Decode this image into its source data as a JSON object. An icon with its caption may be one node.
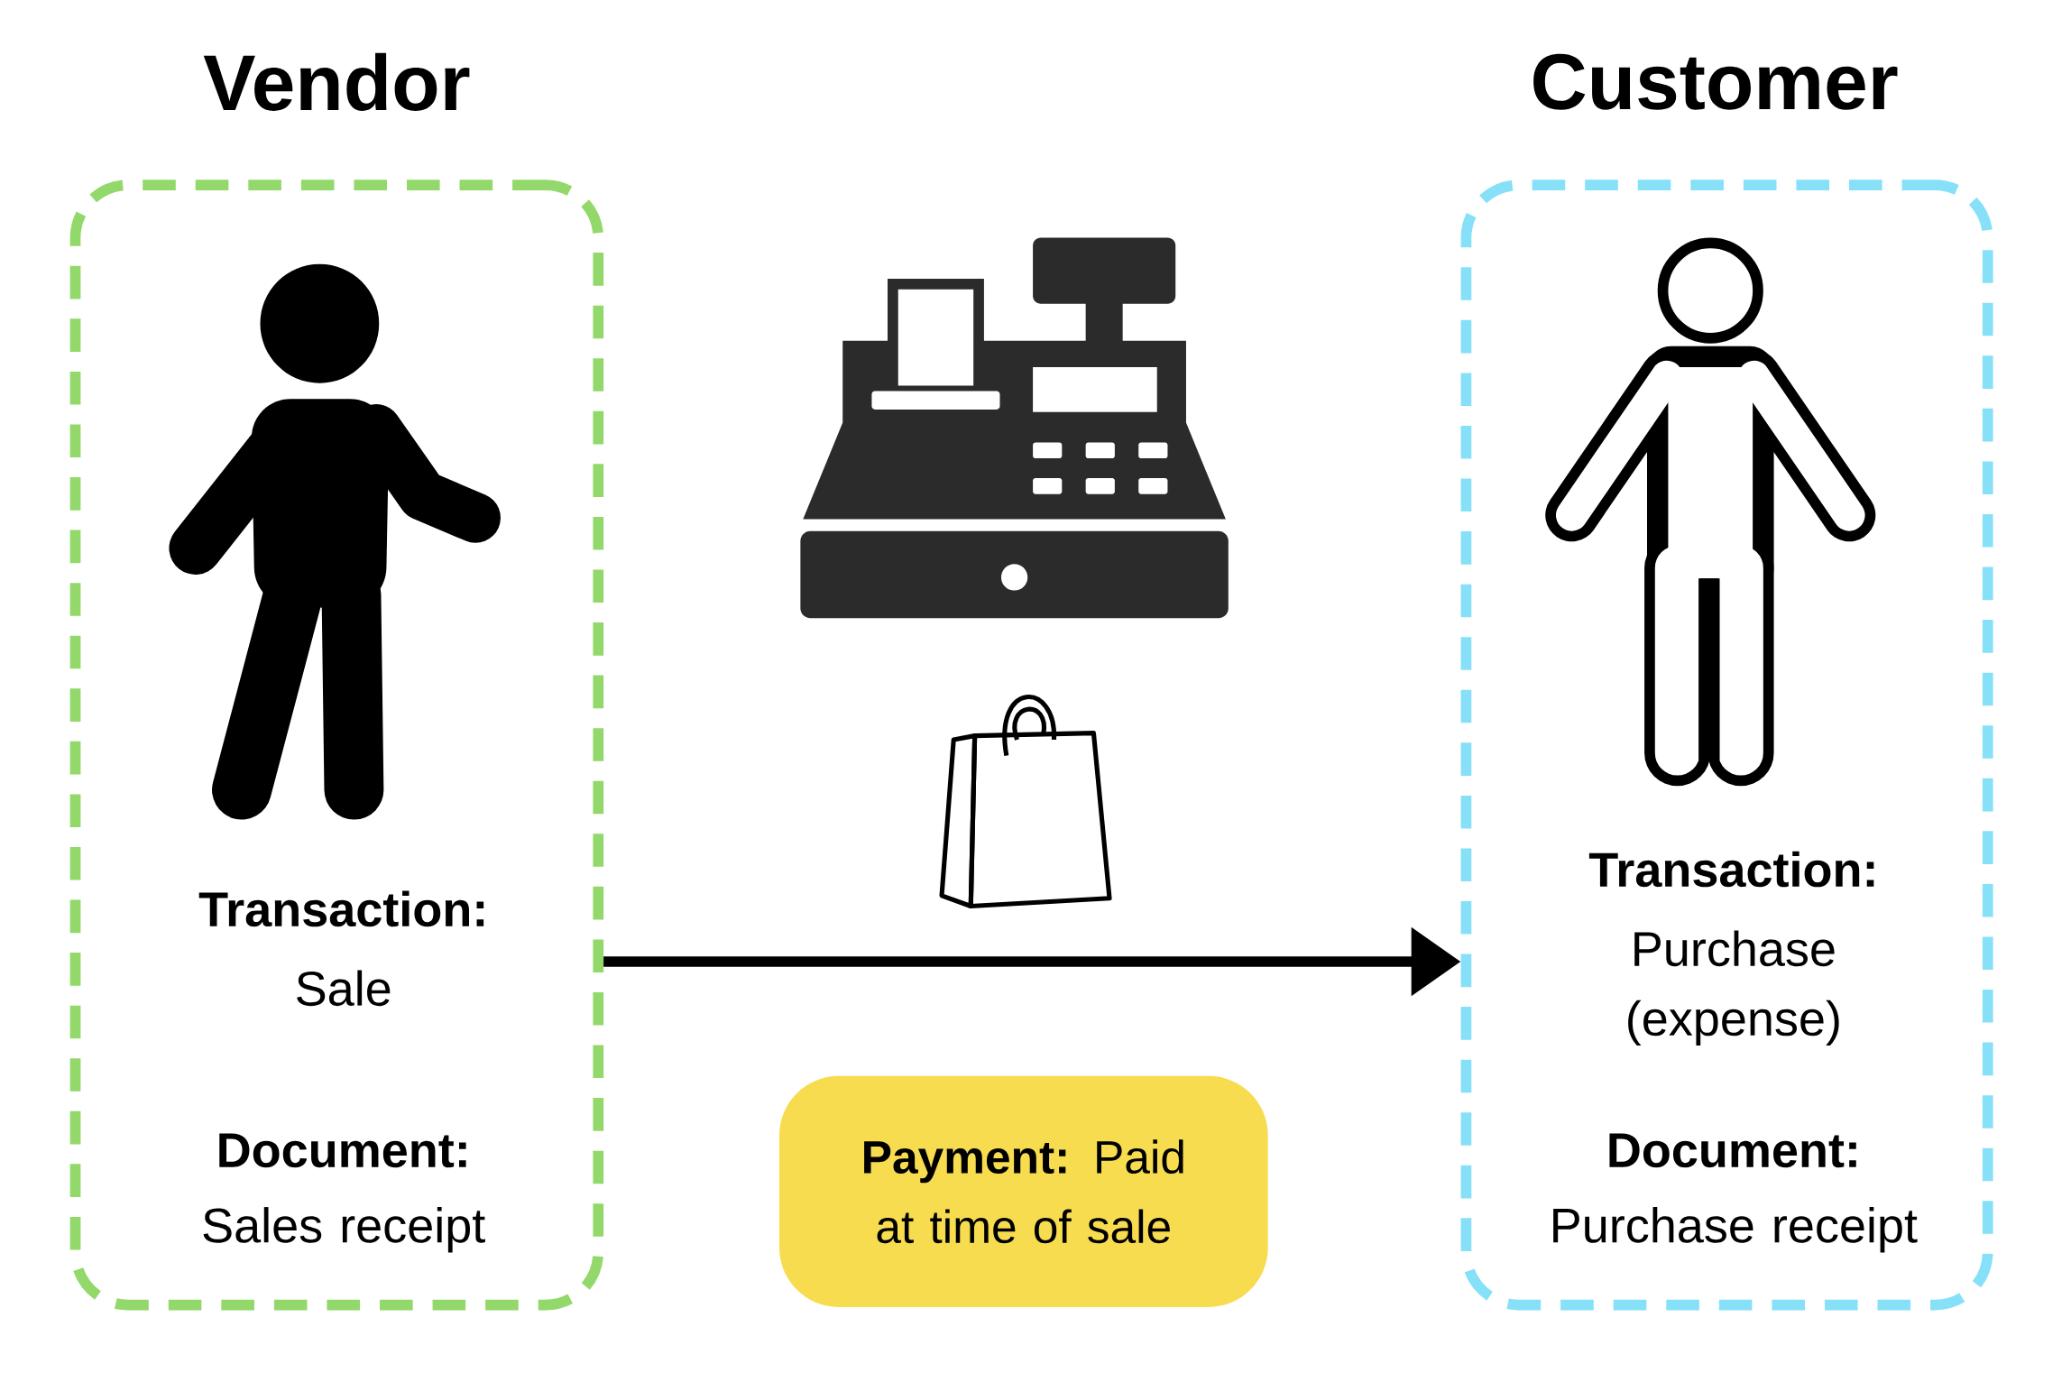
{
  "diagram": {
    "nodes": [
      {
        "text": [
          "Vendor",
          "Transaction:",
          "Sale",
          "Document:",
          "Sales receipt"
        ]
      },
      {
        "text": [
          "Customer",
          "Transaction:",
          "Purchase (expense)",
          "Document:",
          "Purchase receipt"
        ]
      },
      {
        "text": [
          "**Payment:** Paid at time of sale"
        ]
      }
    ],
    "edges": [
      {
        "from": 0,
        "to": 1,
        "arrow": "to"
      }
    ]
  }
}
